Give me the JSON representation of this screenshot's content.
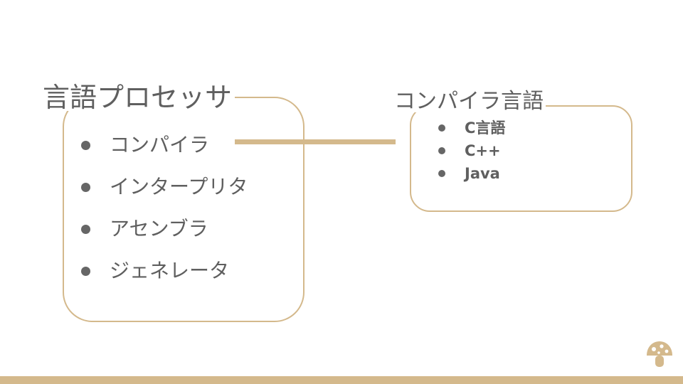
{
  "left_panel": {
    "title": "言語プロセッサ",
    "items": [
      "コンパイラ",
      "インタープリタ",
      "アセンブラ",
      "ジェネレータ"
    ]
  },
  "right_panel": {
    "title": "コンパイラ言語",
    "items": [
      "C言語",
      "C++",
      "Java"
    ]
  },
  "colors": {
    "accent": "#d4b98c",
    "text": "#5f5f5f",
    "bullet": "#666666"
  },
  "icons": {
    "logo": "mushroom-icon"
  }
}
